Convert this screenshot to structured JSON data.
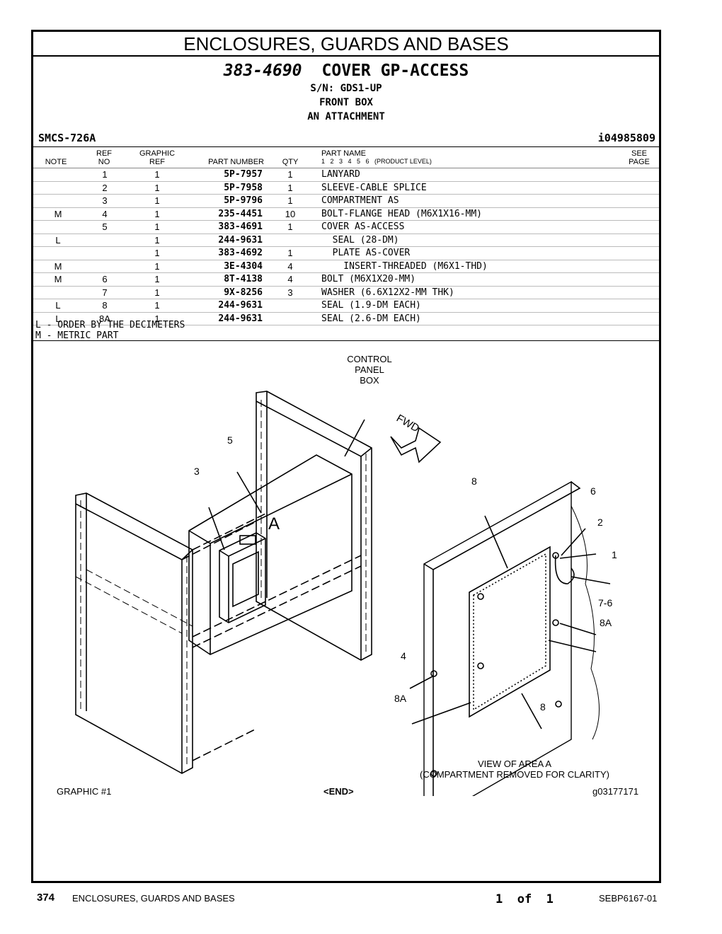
{
  "header": {
    "banner": "ENCLOSURES, GUARDS AND BASES",
    "part_number": "383-4690",
    "part_title": "COVER GP-ACCESS",
    "serial": "S/N: GDS1-UP",
    "line2": "FRONT BOX",
    "line3": "AN ATTACHMENT",
    "smcs": "SMCS-726A",
    "illustration_id": "i04985809"
  },
  "columns": {
    "note": "NOTE",
    "ref_no_1": "REF",
    "ref_no_2": "NO",
    "graphic_ref_1": "GRAPHIC",
    "graphic_ref_2": "REF",
    "part_number": "PART NUMBER",
    "qty": "QTY",
    "part_name": "PART NAME",
    "product_level": "1   2   3   4   5   6   (PRODUCT LEVEL)",
    "see_page_1": "SEE",
    "see_page_2": "PAGE"
  },
  "parts": [
    {
      "note": "",
      "ref": "1",
      "gref": "1",
      "pn": "5P-7957",
      "qty": "1",
      "name": "LANYARD"
    },
    {
      "note": "",
      "ref": "2",
      "gref": "1",
      "pn": "5P-7958",
      "qty": "1",
      "name": "SLEEVE-CABLE SPLICE"
    },
    {
      "note": "",
      "ref": "3",
      "gref": "1",
      "pn": "5P-9796",
      "qty": "1",
      "name": "COMPARTMENT AS"
    },
    {
      "note": "M",
      "ref": "4",
      "gref": "1",
      "pn": "235-4451",
      "qty": "10",
      "name": "BOLT-FLANGE HEAD (M6X1X16-MM)"
    },
    {
      "note": "",
      "ref": "5",
      "gref": "1",
      "pn": "383-4691",
      "qty": "1",
      "name": "COVER AS-ACCESS"
    },
    {
      "note": "L",
      "ref": "",
      "gref": "1",
      "pn": "244-9631",
      "qty": "",
      "name": "  SEAL (28-DM)"
    },
    {
      "note": "",
      "ref": "",
      "gref": "1",
      "pn": "383-4692",
      "qty": "1",
      "name": "  PLATE AS-COVER"
    },
    {
      "note": "M",
      "ref": "",
      "gref": "1",
      "pn": "3E-4304",
      "qty": "4",
      "name": "    INSERT-THREADED (M6X1-THD)"
    },
    {
      "note": "M",
      "ref": "6",
      "gref": "1",
      "pn": "8T-4138",
      "qty": "4",
      "name": "BOLT (M6X1X20-MM)"
    },
    {
      "note": "",
      "ref": "7",
      "gref": "1",
      "pn": "9X-8256",
      "qty": "3",
      "name": "WASHER (6.6X12X2-MM THK)"
    },
    {
      "note": "L",
      "ref": "8",
      "gref": "1",
      "pn": "244-9631",
      "qty": "",
      "name": "SEAL (1.9-DM EACH)"
    },
    {
      "note": "L",
      "ref": "8A",
      "gref": "1",
      "pn": "244-9631",
      "qty": "",
      "name": "SEAL (2.6-DM EACH)"
    }
  ],
  "notes": [
    "L - ORDER BY THE DECIMETERS",
    "M - METRIC PART"
  ],
  "drawing": {
    "callout_box": [
      "CONTROL",
      "PANEL",
      "BOX"
    ],
    "fwd": "FWD",
    "area": "A",
    "labels": [
      "5",
      "3",
      "8",
      "6",
      "2",
      "1",
      "7-6",
      "8A",
      "4",
      "8A",
      "8"
    ],
    "view_caption_1": "VIEW OF AREA A",
    "view_caption_2": "(COMPARTMENT REMOVED FOR CLARITY)",
    "graphic_no": "GRAPHIC #1",
    "end": "<END>",
    "graphic_id": "g03177171"
  },
  "footer": {
    "page_no": "374",
    "section": "ENCLOSURES, GUARDS AND BASES",
    "page_of": "1  of  1",
    "doc_no": "SEBP6167-01"
  }
}
